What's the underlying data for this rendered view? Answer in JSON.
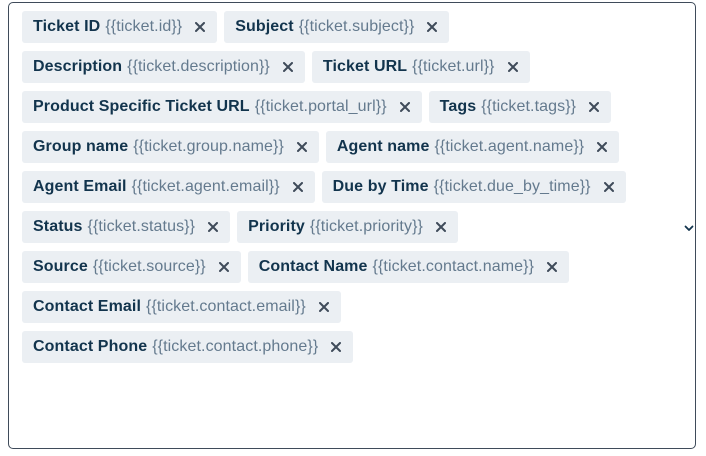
{
  "field": {
    "tags": [
      {
        "label": "Ticket ID",
        "placeholder": "{{ticket.id}}"
      },
      {
        "label": "Subject",
        "placeholder": "{{ticket.subject}}"
      },
      {
        "label": "Description",
        "placeholder": "{{ticket.description}}"
      },
      {
        "label": "Ticket URL",
        "placeholder": "{{ticket.url}}"
      },
      {
        "label": "Product Specific Ticket URL",
        "placeholder": "{{ticket.portal_url}}"
      },
      {
        "label": "Tags",
        "placeholder": "{{ticket.tags}}"
      },
      {
        "label": "Group name",
        "placeholder": "{{ticket.group.name}}"
      },
      {
        "label": "Agent name",
        "placeholder": "{{ticket.agent.name}}"
      },
      {
        "label": "Agent Email",
        "placeholder": "{{ticket.agent.email}}"
      },
      {
        "label": "Due by Time",
        "placeholder": "{{ticket.due_by_time}}"
      },
      {
        "label": "Status",
        "placeholder": "{{ticket.status}}"
      },
      {
        "label": "Priority",
        "placeholder": "{{ticket.priority}}"
      },
      {
        "label": "Source",
        "placeholder": "{{ticket.source}}"
      },
      {
        "label": "Contact Name",
        "placeholder": "{{ticket.contact.name}}"
      },
      {
        "label": "Contact Email",
        "placeholder": "{{ticket.contact.email}}"
      },
      {
        "label": "Contact Phone",
        "placeholder": "{{ticket.contact.phone}}"
      }
    ],
    "remove_icon": "close-icon",
    "dropdown_icon": "chevron-down-icon"
  },
  "colors": {
    "tag_background": "#ebeff3",
    "label_text": "#12344d",
    "placeholder_text": "#647a8e",
    "border": "#3f4b5a"
  }
}
